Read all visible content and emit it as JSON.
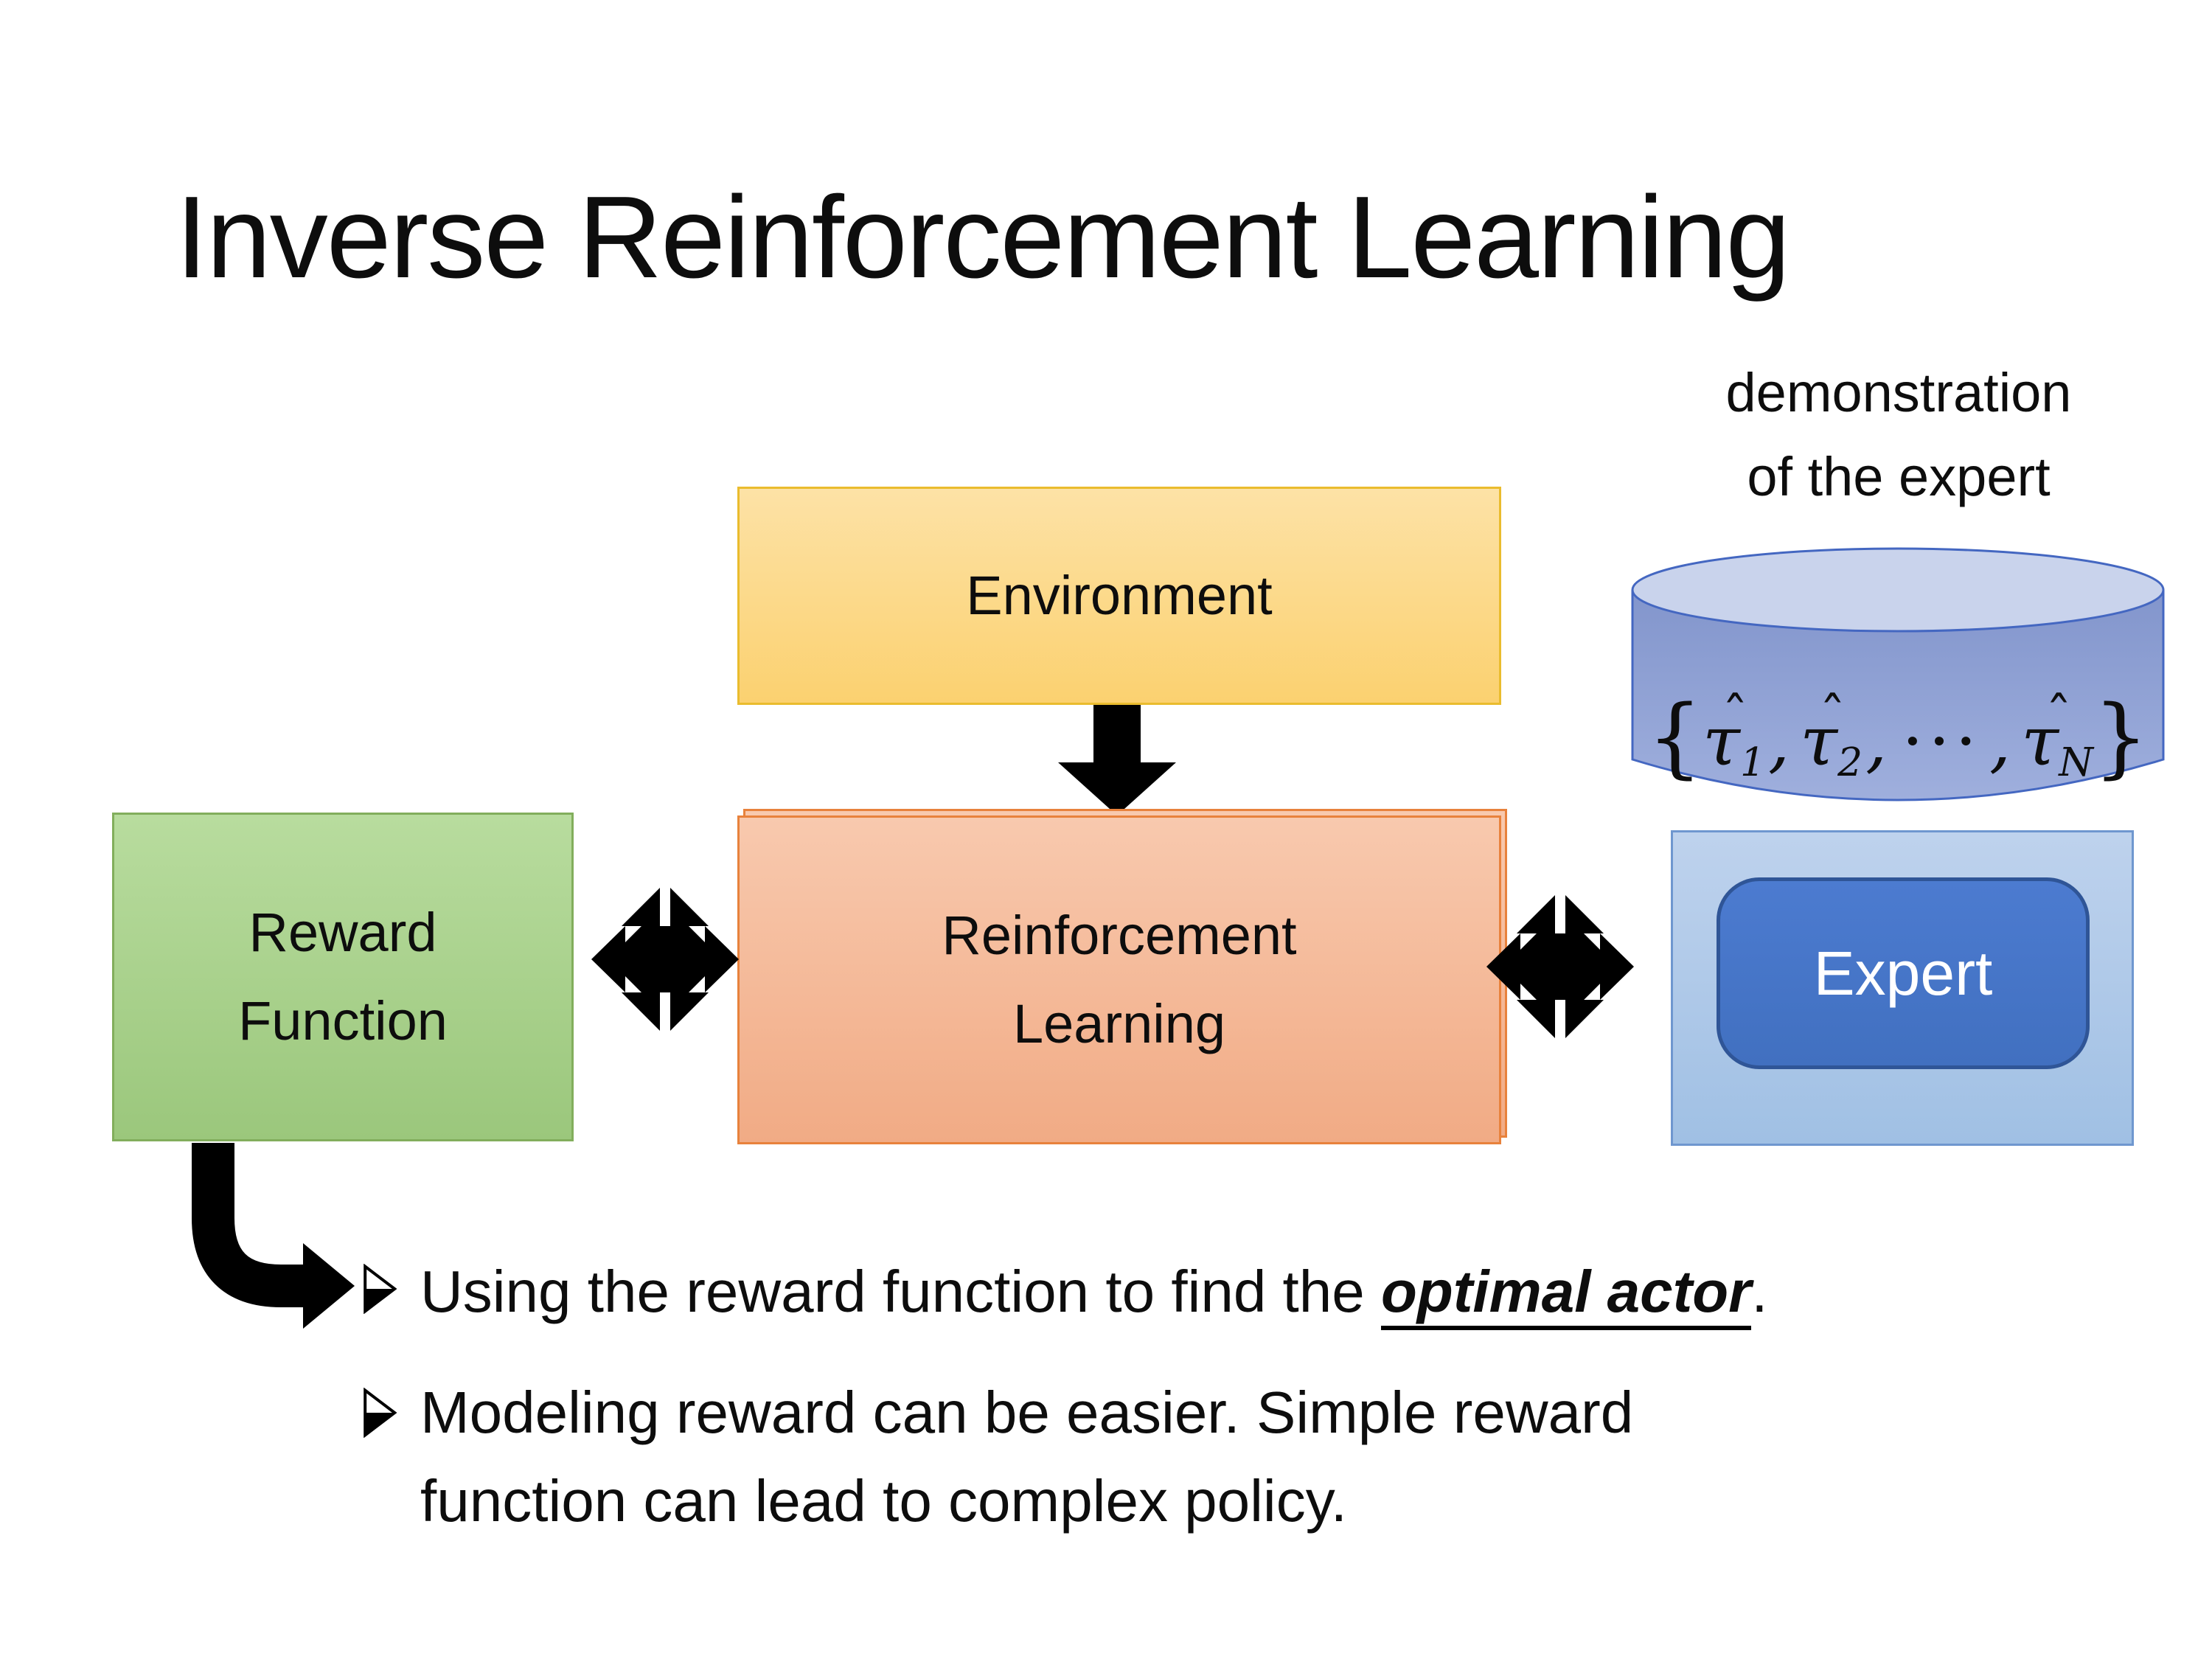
{
  "slide": {
    "title": "Inverse Reinforcement Learning"
  },
  "diagram": {
    "demo_label": {
      "lines": [
        "demonstration",
        "of the expert"
      ]
    },
    "environment_box": {
      "label": "Environment"
    },
    "reward_box": {
      "lines": [
        "Reward",
        "Function"
      ]
    },
    "rl_box": {
      "lines": [
        "Reinforcement",
        "Learning"
      ]
    },
    "expert_box": {
      "label": "Expert"
    },
    "cylinder_formula": {
      "open": "{",
      "tau": "τ",
      "hat": "ˆ",
      "sub1": "1",
      "comma1": ",",
      "sub2": "2",
      "comma2": ",",
      "dots": "···",
      "comma3": ",",
      "subN": "N",
      "close": "}"
    }
  },
  "bullets": {
    "item1": {
      "pre": "Using the reward function to find the ",
      "emphasis": "optimal actor",
      "post": "."
    },
    "item2": {
      "lines": [
        "Modeling reward can be easier. Simple reward",
        "function can lead to complex policy."
      ]
    }
  },
  "theme": {
    "text_color": "#0d0d0d",
    "arrow_color": "#000000",
    "env_fill_top": "#fde2a6",
    "env_fill_bottom": "#fbd170",
    "env_border": "#eabc2e",
    "reward_fill_top": "#b8dc9e",
    "reward_fill_bottom": "#9bc77c",
    "reward_border": "#82ae5c",
    "rl_fill_top": "#f8c9ae",
    "rl_fill_bottom": "#f1ab85",
    "rl_border": "#e8823c",
    "panel_fill_top": "#bed2ed",
    "panel_fill_bottom": "#a0c0e4",
    "panel_border": "#6f97cf",
    "expert_fill_top": "#4c7bd0",
    "expert_fill_bottom": "#4170c0",
    "expert_border": "#2f5597",
    "cyl_body_top": "#8295cc",
    "cyl_body_bottom": "#9fafdd",
    "cyl_top_fill": "#c9d3ec",
    "cyl_border": "#4467c1"
  }
}
